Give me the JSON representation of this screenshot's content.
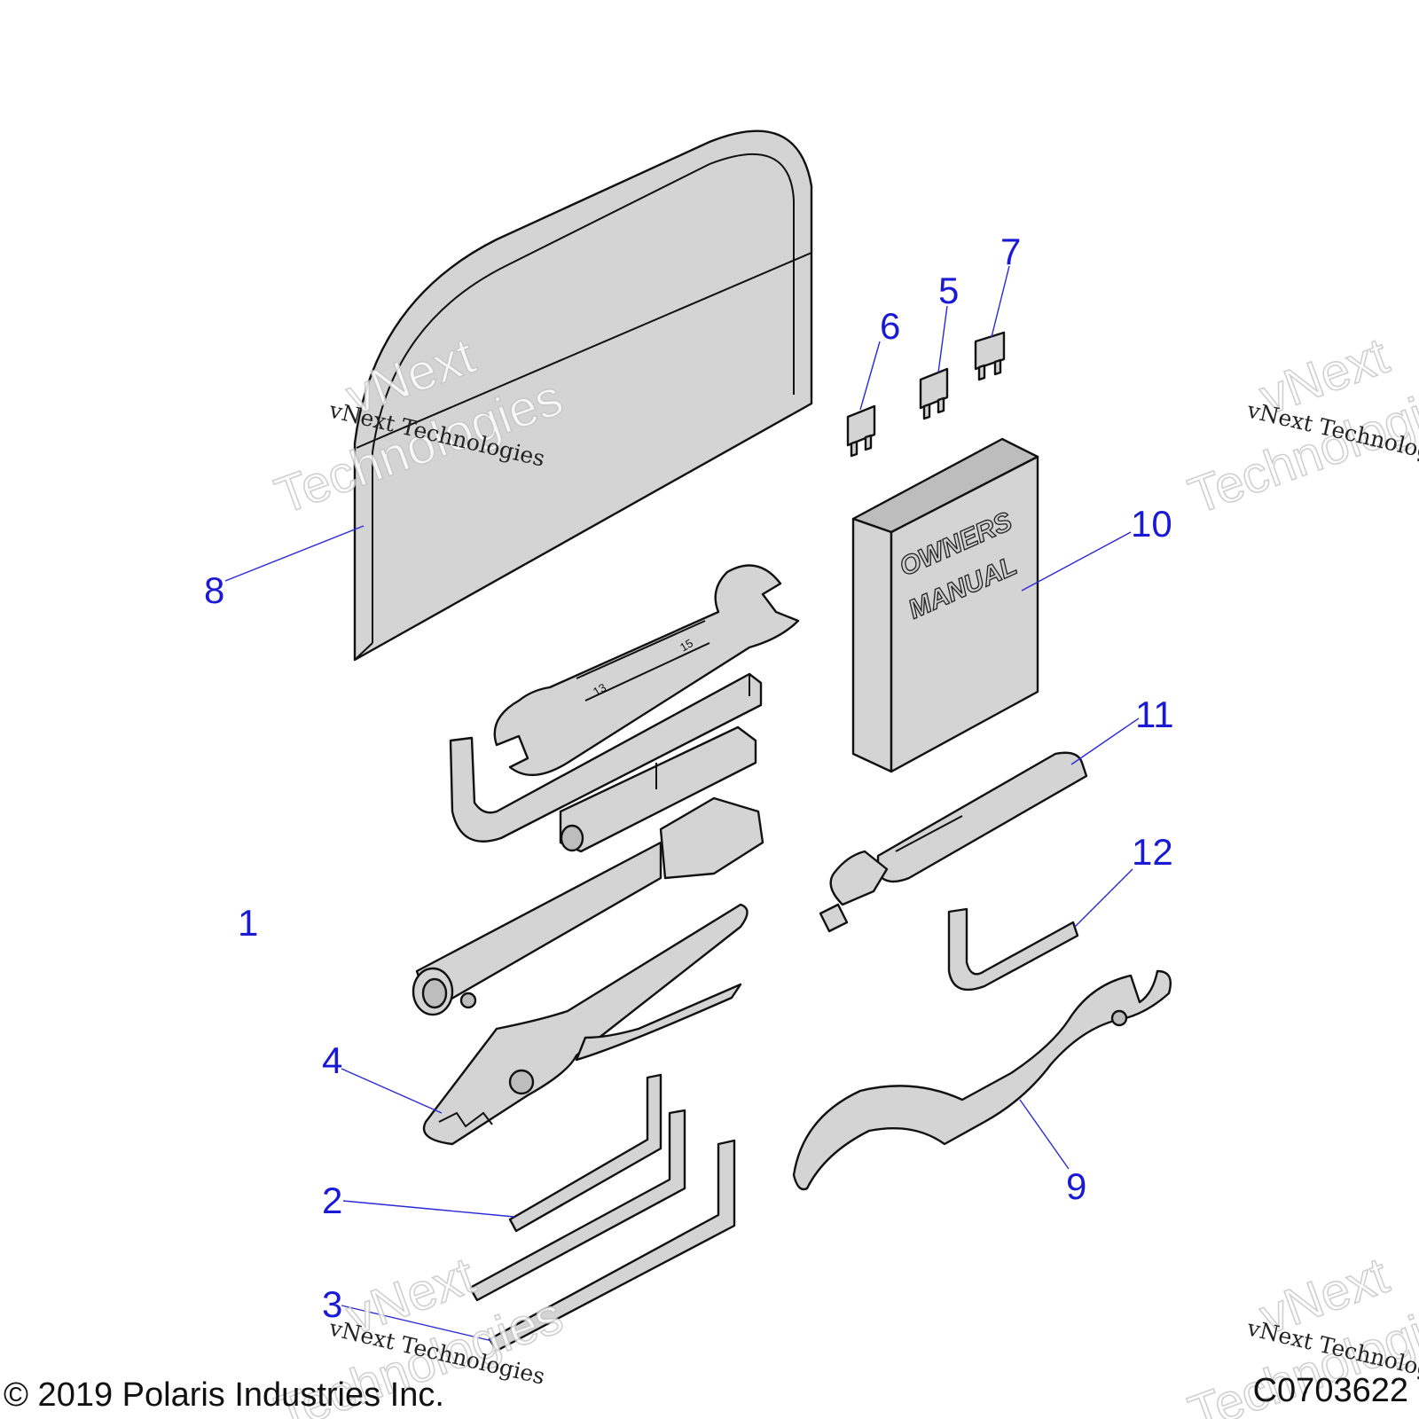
{
  "callouts": {
    "c1": "1",
    "c2": "2",
    "c3": "3",
    "c4": "4",
    "c5": "5",
    "c6": "6",
    "c7": "7",
    "c8": "8",
    "c9": "9",
    "c10": "10",
    "c11": "11",
    "c12": "12"
  },
  "book": {
    "line1": "OWNERS",
    "line2": "MANUAL"
  },
  "wrench_sizes": {
    "left": "13",
    "right": "15"
  },
  "watermark": {
    "big1": "vNext",
    "big2": "Technologies",
    "small": "vNext Technologies"
  },
  "footer": {
    "copyright": "© 2019 Polaris Industries Inc.",
    "code": "C0703622"
  },
  "colors": {
    "callout": "#1a1ad6",
    "part_fill": "#d4d4d4",
    "outline": "#111111"
  }
}
